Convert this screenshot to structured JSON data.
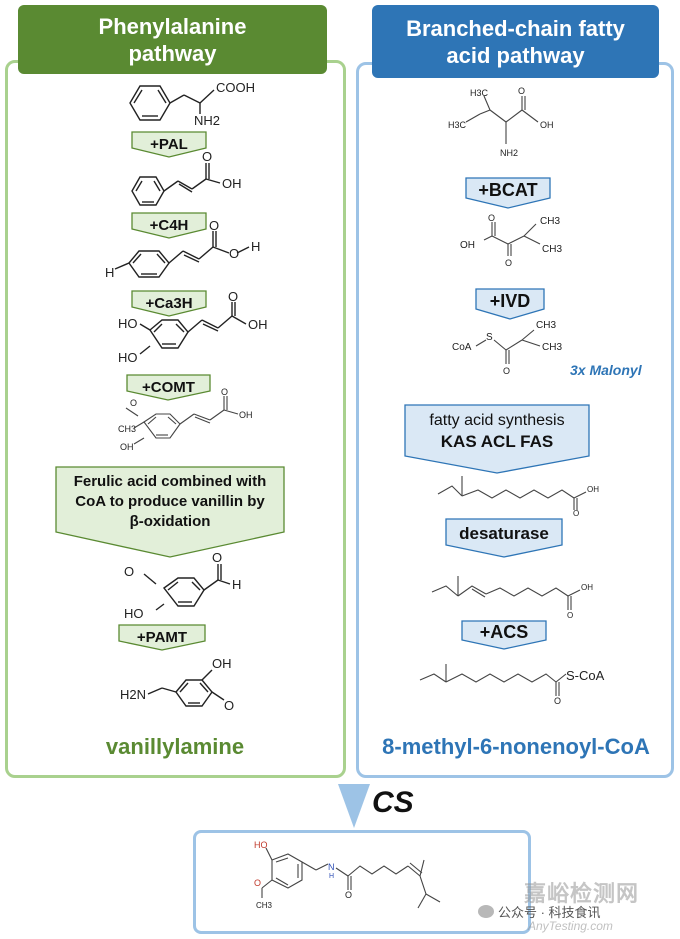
{
  "left": {
    "title": "Phenylalanine pathway",
    "enzymes": [
      "+PAL",
      "+C4H",
      "+Ca3H",
      "+COMT"
    ],
    "note": "Ferulic acid combined with CoA to produce vanillin by β-oxidation",
    "last_enzyme": "+PAMT",
    "product": "vanillylamine",
    "atoms": {
      "cooh": "COOH",
      "nh2": "NH2",
      "oh": "OH",
      "h": "H",
      "o": "O",
      "h2n": "H2N"
    }
  },
  "right": {
    "title": "Branched-chain fatty acid pathway",
    "enzymes": [
      "+BCAT",
      "+IVD"
    ],
    "malonyl": "3x Malonyl",
    "fas_title": "fatty acid synthesis",
    "fas_enzymes": "KAS ACL FAS",
    "desat": "desaturase",
    "acs": "+ACS",
    "product": "8-methyl-6-nonenoyl-CoA",
    "atoms": {
      "h3c": "H3C",
      "ch3": "CH3",
      "oh": "OH",
      "nh2": "NH2",
      "o": "O",
      "coa": "CoA",
      "s": "S",
      "scoa": "S-CoA"
    }
  },
  "bottom": {
    "enzyme": "CS",
    "atoms": {
      "ho": "HO",
      "o": "O",
      "ch3": "CH3",
      "nh": "N",
      "h": "H"
    }
  },
  "watermark": {
    "line1": "嘉峪检测网",
    "wechat": "公众号 · 科技食讯",
    "line2": "AnyTesting.com"
  },
  "colors": {
    "green_dark": "#5a8a32",
    "green_light": "#a9d18e",
    "green_fill": "#e2efd9",
    "blue_dark": "#2e75b6",
    "blue_light": "#9dc3e6",
    "blue_fill": "#dae8f5"
  }
}
